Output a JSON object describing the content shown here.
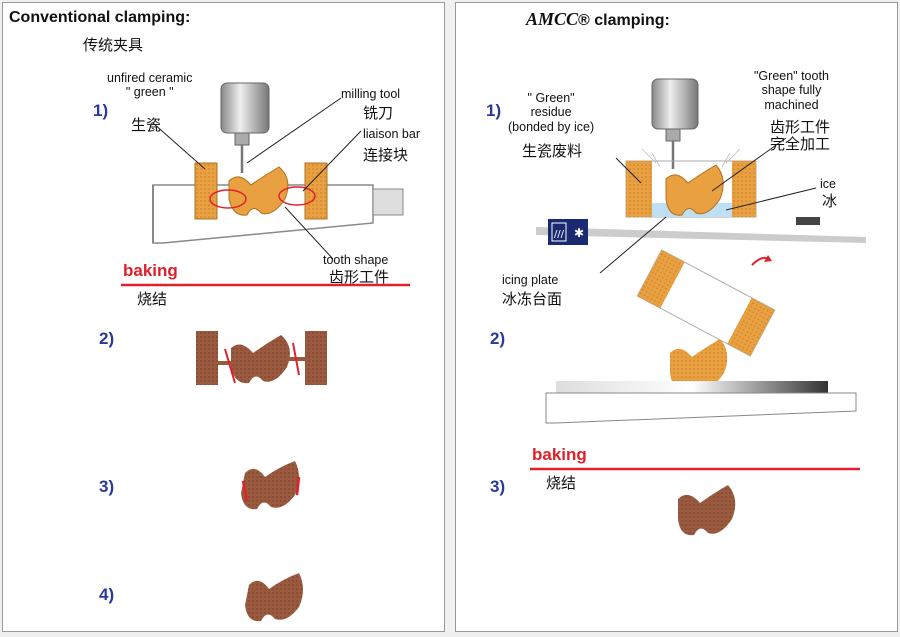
{
  "left": {
    "title": "Conventional clamping:",
    "title_cn": "传统夹具",
    "label_green": "unfired ceramic\n\" green \"",
    "label_green_cn": "生瓷",
    "label_tool": "milling tool",
    "label_tool_cn": "铣刀",
    "label_bar": "liaison bar",
    "label_bar_cn": "连接块",
    "label_tooth": "tooth shape",
    "label_tooth_cn": "齿形工件",
    "baking": "baking",
    "baking_cn": "烧结",
    "steps": [
      "1)",
      "2)",
      "3)",
      "4)"
    ]
  },
  "right": {
    "title_logo": "AMCC",
    "title_suffix": "® clamping:",
    "label_residue": "\" Green\"\nresidue\n(bonded by ice)",
    "label_residue_cn": "生瓷废料",
    "label_tooth": "\"Green\" tooth\nshape fully\nmachined",
    "label_tooth_cn": "齿形工件\n完全加工",
    "label_ice": "ice",
    "label_ice_cn": "冰",
    "label_plate": "icing plate",
    "label_plate_cn": "冰冻台面",
    "baking": "baking",
    "baking_cn": "烧结",
    "steps": [
      "1)",
      "2)",
      "3)"
    ]
  },
  "colors": {
    "green_ceramic": "#e8a040",
    "sintered": "#9a5a40",
    "red": "#e0202a",
    "step_blue": "#2a3a9a",
    "ice_blue": "#6ab0e0"
  }
}
